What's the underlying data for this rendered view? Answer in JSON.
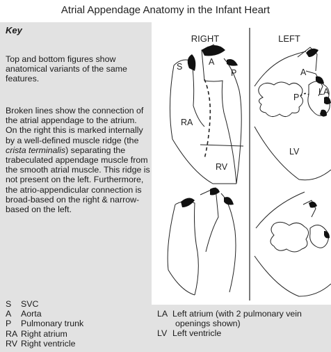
{
  "title": "Atrial Appendage Anatomy in the Infant Heart",
  "key": {
    "heading": "Key",
    "para1": "Top and bottom figures show anatomical variants of the same features.",
    "para2_before": "Broken lines show the connection of the atrial appendage to the atrium. On the right this is marked internally by a well-defined muscle ridge (the ",
    "para2_italic": "crista terminalis",
    "para2_after": ") separating the trabeculated appendage muscle from the smooth atrial muscle. This ridge is not present on the left. Furthermore, the atrio-appendicular connection is broad-based on the right & narrow-based on the left."
  },
  "abbreviations_left": [
    {
      "code": "S",
      "meaning": "SVC"
    },
    {
      "code": "A",
      "meaning": "Aorta"
    },
    {
      "code": "P",
      "meaning": "Pulmonary trunk"
    },
    {
      "code": "RA",
      "meaning": "Right atrium"
    },
    {
      "code": "RV",
      "meaning": "Right ventricle"
    }
  ],
  "abbreviations_right": [
    {
      "code": "LA",
      "meaning": "Left atrium (with 2 pulmonary vein",
      "continuation": "openings shown)"
    },
    {
      "code": "LV",
      "meaning": "Left ventricle"
    }
  ],
  "diagram": {
    "col_right": "RIGHT",
    "col_left": "LEFT",
    "labels_right": {
      "s": "S",
      "a": "A",
      "p": "P",
      "ra": "RA",
      "rv": "RV"
    },
    "labels_left": {
      "a": "A",
      "p": "P",
      "la": "LA",
      "lv": "LV"
    }
  }
}
